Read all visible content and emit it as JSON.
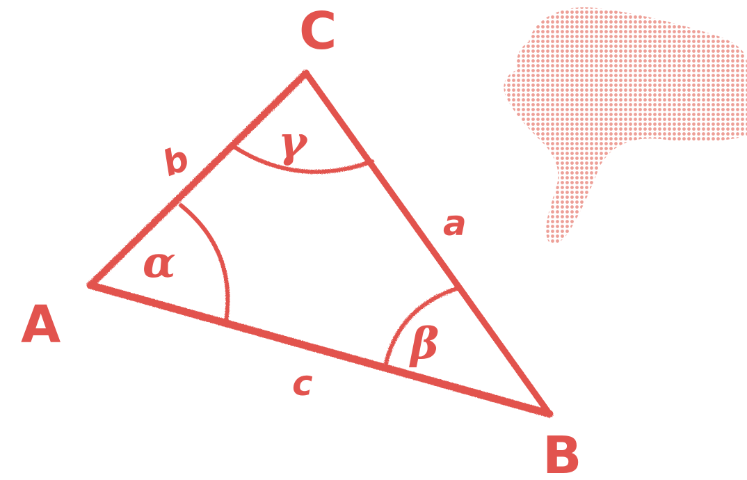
{
  "diagram": {
    "vertices": {
      "A": "A",
      "B": "B",
      "C": "C"
    },
    "sides": {
      "a": "a",
      "b": "b",
      "c": "c"
    },
    "angles": {
      "alpha": "α",
      "beta": "β",
      "gamma": "γ"
    }
  },
  "decoration": {
    "icon": "thumbs-down-icon"
  },
  "colors": {
    "stroke": "#e2534e",
    "hand": "#ec9a92"
  }
}
